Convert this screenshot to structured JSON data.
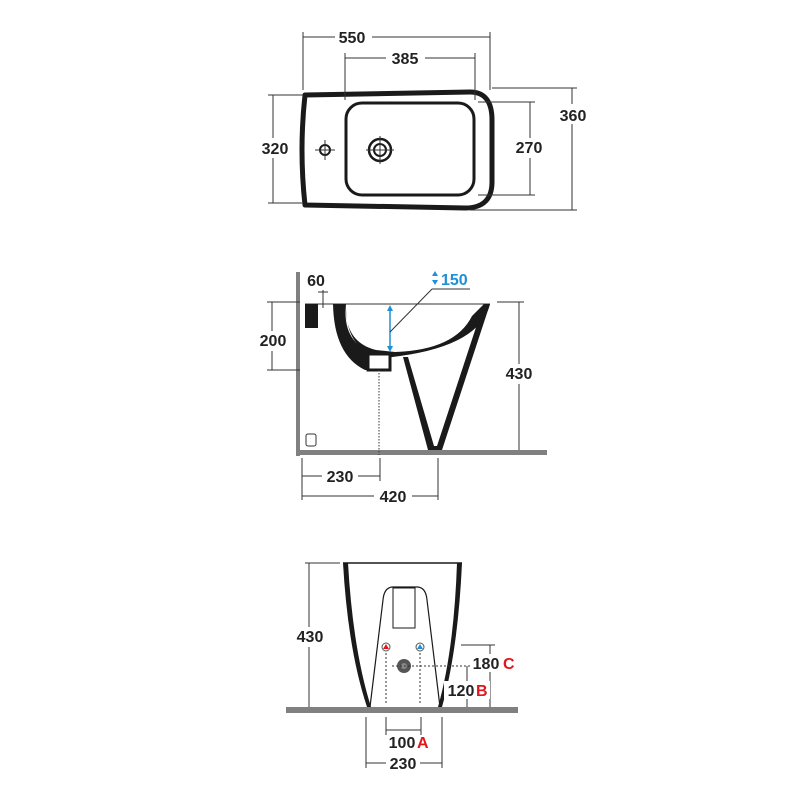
{
  "top_view": {
    "width_overall": "550",
    "basin_width": "385",
    "depth_overall": "360",
    "basin_depth": "270",
    "rim_depth": "320"
  },
  "side_view": {
    "tap_offset": "60",
    "water_level": "150",
    "rim_height_to_outlet": "200",
    "height": "430",
    "drain_distance": "230",
    "depth": "420"
  },
  "front_view": {
    "height": "430",
    "dim_c": "180",
    "label_c": "C",
    "dim_b": "120",
    "label_b": "B",
    "dim_a": "100",
    "label_a": "A",
    "base_width": "230"
  },
  "colors": {
    "accent_red": "#e3151b",
    "accent_blue": "#1f8fd6",
    "wall_gray": "#808080"
  }
}
